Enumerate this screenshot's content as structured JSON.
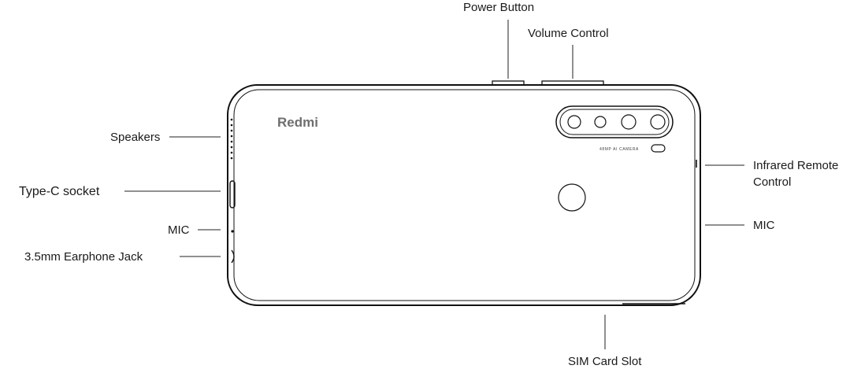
{
  "labels": {
    "power_button": "Power Button",
    "volume_control": "Volume Control",
    "speakers": "Speakers",
    "type_c_socket": "Type-C socket",
    "mic_left": "MIC",
    "earphone_jack": "3.5mm Earphone Jack",
    "infrared_line1": "Infrared Remote",
    "infrared_line2": "Control",
    "mic_right": "MIC",
    "sim_card_slot": "SIM Card Slot"
  },
  "phone": {
    "brand": "Redmi",
    "camera_text": "48MP AI CAMERA"
  },
  "icons": [
    "camera-lens-icon",
    "fingerprint-sensor-icon",
    "flash-icon"
  ]
}
